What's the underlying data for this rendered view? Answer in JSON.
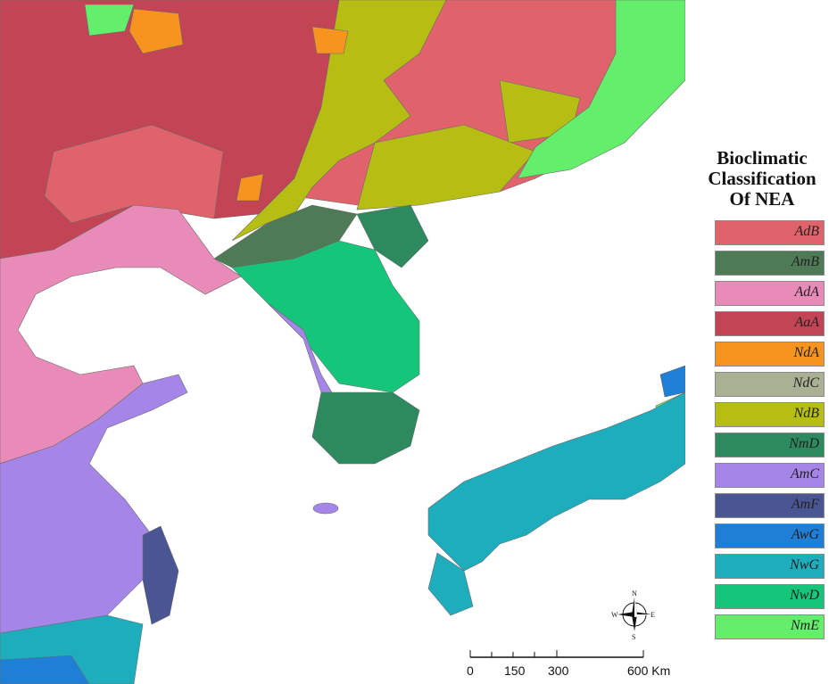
{
  "legend": {
    "title_lines": [
      "Bioclimatic",
      "Classification",
      "Of NEA"
    ],
    "classes": [
      {
        "code": "AdB",
        "color": "#e0636c"
      },
      {
        "code": "AmB",
        "color": "#4e7a55"
      },
      {
        "code": "AdA",
        "color": "#e98bb9"
      },
      {
        "code": "AaA",
        "color": "#c24455"
      },
      {
        "code": "NdA",
        "color": "#f7931f"
      },
      {
        "code": "NdC",
        "color": "#a9b094"
      },
      {
        "code": "NdB",
        "color": "#b6bd13"
      },
      {
        "code": "NmD",
        "color": "#2d8a5f"
      },
      {
        "code": "AmC",
        "color": "#a586e8"
      },
      {
        "code": "AmF",
        "color": "#4a5594"
      },
      {
        "code": "AwG",
        "color": "#1f7ed6"
      },
      {
        "code": "NwG",
        "color": "#1eadbd"
      },
      {
        "code": "NwD",
        "color": "#15c67a"
      },
      {
        "code": "NmE",
        "color": "#63ee6b"
      }
    ]
  },
  "scale_bar": {
    "ticks": [
      "0",
      "150",
      "300",
      "600 Km"
    ]
  },
  "compass": {
    "n": "N",
    "s": "S",
    "e": "E",
    "w": "W"
  }
}
